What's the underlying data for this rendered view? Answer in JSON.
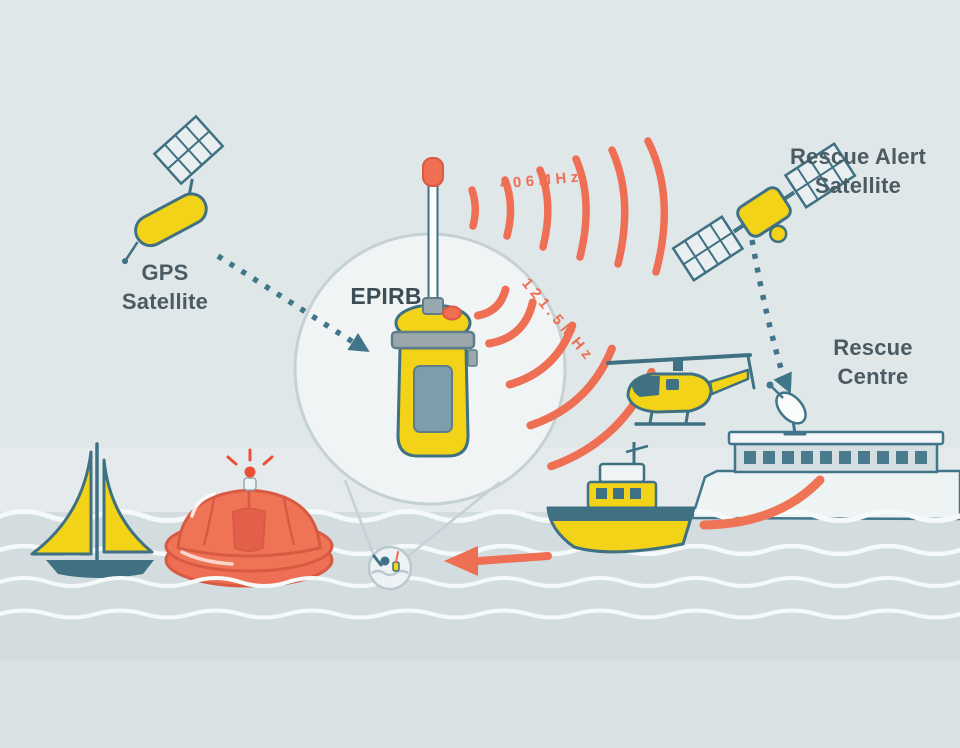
{
  "labels": {
    "gps_satellite": "GPS\nSatellite",
    "rescue_alert_satellite": "Rescue Alert\nSatellite",
    "epirb": "EPIRB",
    "freq_406": "406MHz",
    "freq_121_5": "121.5MHz",
    "rescue_centre": "Rescue\nCentre"
  },
  "colors": {
    "sky": "#e0e7e9",
    "sea": "#d3dde0",
    "wave_white": "#f6f9fa",
    "yellow": "#f2d318",
    "coral": "#ee6f53",
    "coral_dark": "#d85a42",
    "teal_outline": "#3f7183",
    "label_text": "#4b5b63"
  },
  "icons": [
    "gps-satellite-icon",
    "rescue-alert-satellite-icon",
    "epirb-device",
    "radio-waves-406-icon",
    "radio-waves-121-icon",
    "helicopter-icon",
    "lifeboat-icon",
    "sailboat-icon",
    "liferaft-icon",
    "rescue-centre-building",
    "satellite-dish-icon",
    "person-in-water-icon",
    "magnifier-circle",
    "dotted-arrow-gps",
    "dotted-arrow-satellite",
    "coral-arrow-swoosh",
    "coral-arrow-to-person"
  ]
}
